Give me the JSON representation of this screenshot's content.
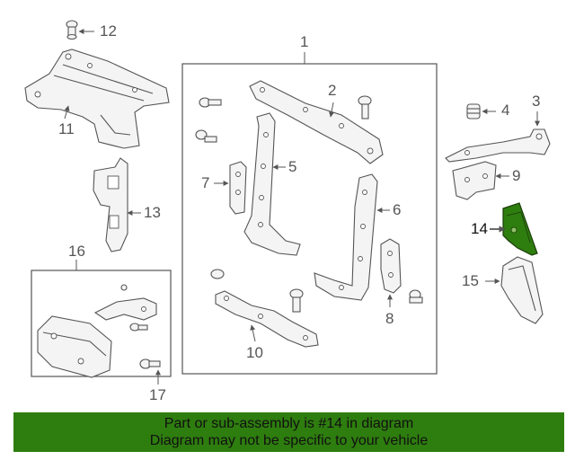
{
  "callouts": {
    "c1": "1",
    "c2": "2",
    "c3": "3",
    "c4": "4",
    "c5": "5",
    "c6": "6",
    "c7": "7",
    "c8": "8",
    "c9": "9",
    "c10": "10",
    "c11": "11",
    "c12": "12",
    "c13": "13",
    "c14": "14",
    "c15": "15",
    "c16": "16",
    "c17": "17"
  },
  "highlighted_part": "14",
  "highlight_color": "#2e7d0f",
  "banner": {
    "line1": "Part or sub-assembly is #14 in diagram",
    "line2": "Diagram may not be specific to your vehicle",
    "color": "#2e7d0f"
  }
}
